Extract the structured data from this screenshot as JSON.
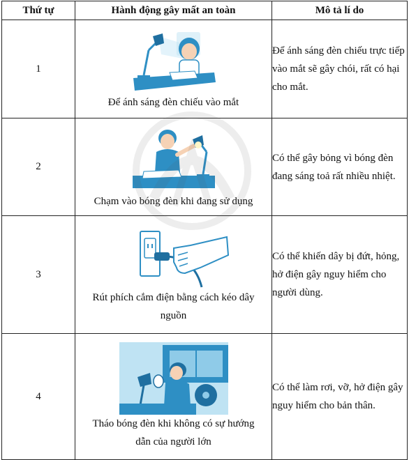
{
  "table": {
    "headers": [
      "Thứ tự",
      "Hành động gây mất an toàn",
      "Mô tả lí do"
    ],
    "rows": [
      {
        "order": "1",
        "action": "Để ánh sáng đèn chiếu vào mắt",
        "reason": "Để ánh sáng đèn chiếu trực tiếp vào mắt sẽ gây chói, rất có hại cho mắt.",
        "illustration": "girl-lamp-light-in-eyes"
      },
      {
        "order": "2",
        "action": "Chạm vào bóng đèn khi đang sử dụng",
        "reason": "Có thể gây bỏng vì bóng đèn đang sáng toả rất nhiều nhiệt.",
        "illustration": "boy-touching-lit-bulb"
      },
      {
        "order": "3",
        "action": "Rút phích cắm điện bằng cách kéo dây nguồn",
        "reason": "Có thể khiến dây bị đứt, hỏng, hở điện gây nguy hiểm cho người dùng.",
        "illustration": "hand-pulling-plug-cord"
      },
      {
        "order": "4",
        "action": "Tháo bóng đèn khi không có sự hướng dẫn của người lớn",
        "reason": "Có thể làm rơi, vỡ, hở điện gây nguy hiểm cho bản thân.",
        "illustration": "child-removing-bulb"
      }
    ]
  },
  "colors": {
    "illustration_blue": "#2e8fc4",
    "illustration_light": "#bfe3f3",
    "skin": "#f6d2b5"
  }
}
